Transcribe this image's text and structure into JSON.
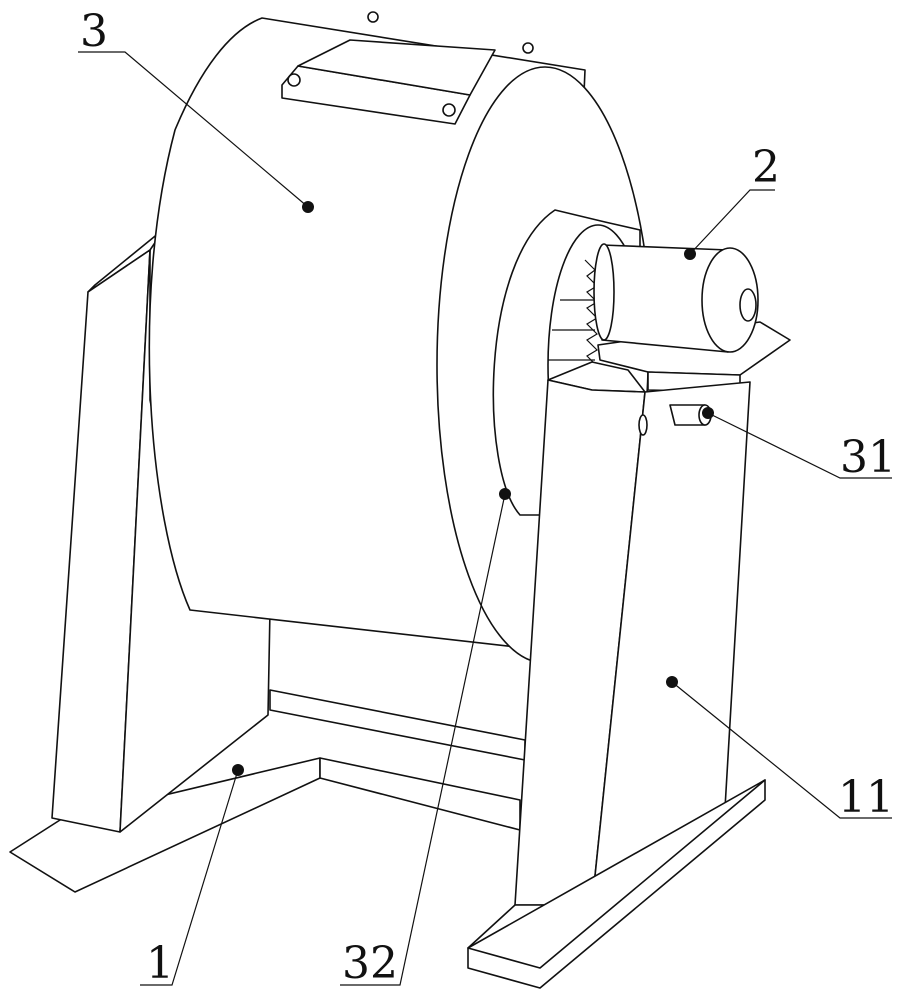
{
  "figure": {
    "labels": {
      "drum": "3",
      "motor": "2",
      "bracket": "31",
      "hub": "32",
      "right_support": "11",
      "base": "1"
    }
  }
}
